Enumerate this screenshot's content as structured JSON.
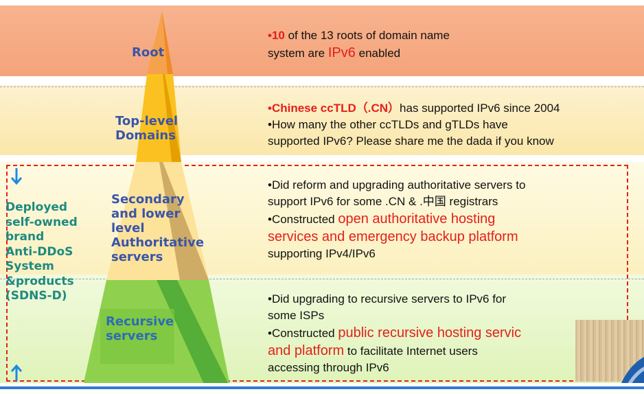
{
  "pyramid": {
    "levels": [
      {
        "label": "Root"
      },
      {
        "label": "Top-level\nDomains"
      },
      {
        "label": "Secondary\nand lower\nlevel\nAuthoritative\nservers"
      },
      {
        "label": "Recursive\nservers"
      }
    ]
  },
  "left_note": "Deployed\nself-owned\nbrand\nAnti-DDoS\nSystem\n&products\n(SDNS-D)",
  "root_text": {
    "bullet": "•",
    "highlight_num": "10",
    "rest1": " of the 13  roots of  domain name",
    "line2_a": "system are ",
    "line2_red": "IPv6",
    "line2_b": " enabled"
  },
  "tld_text": {
    "l1_red": "•Chinese ccTLD（.CN）",
    "l1_rest": "has supported IPv6 since 2004",
    "l2": "•How many the other ccTLDs and gTLDs have",
    "l3": "supported IPv6? Please share me the dada if you know"
  },
  "sec_text": {
    "l1": "•Did reform and upgrading authoritative servers to",
    "l2": " support IPv6 for some .CN & .中国 registrars",
    "l3_a": "•Constructed ",
    "l3_red": "open authoritative hosting",
    "l4_red": " services and emergency backup platform",
    "l5": " supporting IPv4/IPv6"
  },
  "rec_text": {
    "l1": "•Did upgrading to recursive servers to IPv6 for",
    "l2": " some ISPs",
    "l3_a": "•Constructed ",
    "l3_red": "public recursive hosting  servic",
    "l4_red": " and platform",
    "l4_b": " to facilitate  Internet users",
    "l5": " accessing through IPv6"
  },
  "colors": {
    "accent_red": "#e3201b",
    "label_blue": "#3a55a8",
    "note_teal": "#1e8a80",
    "arrow_blue": "#1e88e5"
  }
}
